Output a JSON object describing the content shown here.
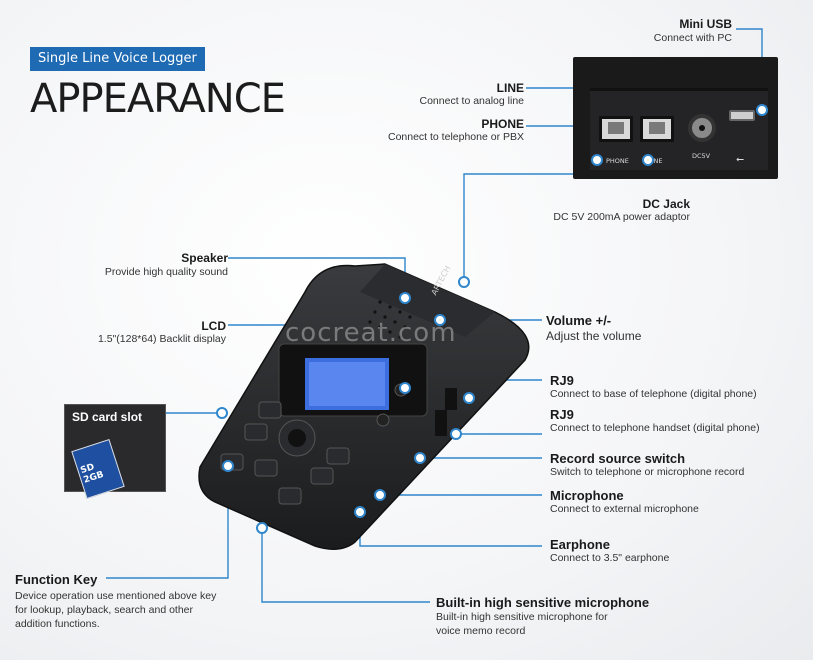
{
  "tag": "Single Line Voice Logger",
  "headline": "APPEARANCE",
  "watermark": "cocreat.com",
  "brand": "ARTECH",
  "ports": {
    "phone": "PHONE",
    "line": "LINE",
    "dc": "DC5V"
  },
  "sd_title": "SD card slot",
  "callouts": {
    "mini_usb": {
      "label": "Mini USB",
      "desc": "Connect with PC"
    },
    "line": {
      "label": "LINE",
      "desc": "Connect to analog line"
    },
    "phone": {
      "label": "PHONE",
      "desc": "Connect to telephone or PBX"
    },
    "dc_jack": {
      "label": "DC Jack",
      "desc": "DC 5V 200mA power adaptor"
    },
    "speaker": {
      "label": "Speaker",
      "desc": "Provide high quality sound"
    },
    "lcd": {
      "label": "LCD",
      "desc": "1.5\"(128*64) Backlit display"
    },
    "volume": {
      "label": "Volume +/-",
      "desc": "Adjust the volume"
    },
    "rj9_base": {
      "label": "RJ9",
      "desc": "Connect to base of telephone (digital phone)"
    },
    "rj9_handset": {
      "label": "RJ9",
      "desc": "Connect to telephone handset (digital phone)"
    },
    "record_source": {
      "label": "Record source switch",
      "desc": "Switch to telephone or microphone record"
    },
    "microphone": {
      "label": "Microphone",
      "desc": "Connect to external microphone"
    },
    "earphone": {
      "label": "Earphone",
      "desc": "Connect to 3.5\" earphone"
    },
    "function_key": {
      "label": "Function Key",
      "desc1": "Device operation use mentioned above key",
      "desc2": "for lookup, playback, search and other",
      "desc3": "addition functions."
    },
    "builtin_mic": {
      "label": "Built-in high sensitive microphone",
      "desc1": "Built-in high sensitive microphone for",
      "desc2": "voice memo record"
    }
  }
}
